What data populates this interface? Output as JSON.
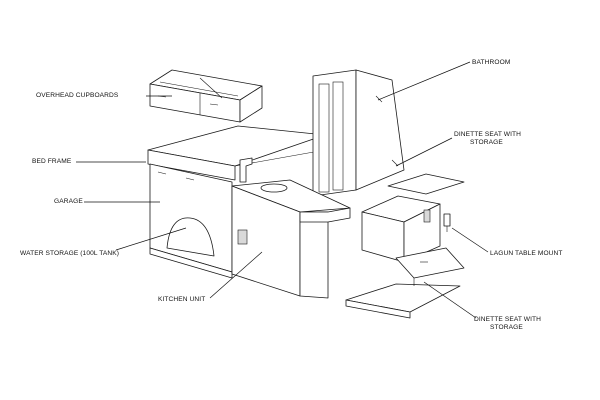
{
  "labels": {
    "overhead": "OVERHEAD CUPBOARDS",
    "bed": "BED FRAME",
    "garage": "GARAGE",
    "water": "WATER STORAGE (100L TANK)",
    "kitchen": "KITCHEN UNIT",
    "bathroom": "BATHROOM",
    "dinette1_line1": "DINETTE SEAT WITH",
    "dinette1_line2": "STORAGE",
    "lagun": "LAGUN TABLE MOUNT",
    "dinette2_line1": "DINETTE SEAT WITH",
    "dinette2_line2": "STORAGE"
  }
}
